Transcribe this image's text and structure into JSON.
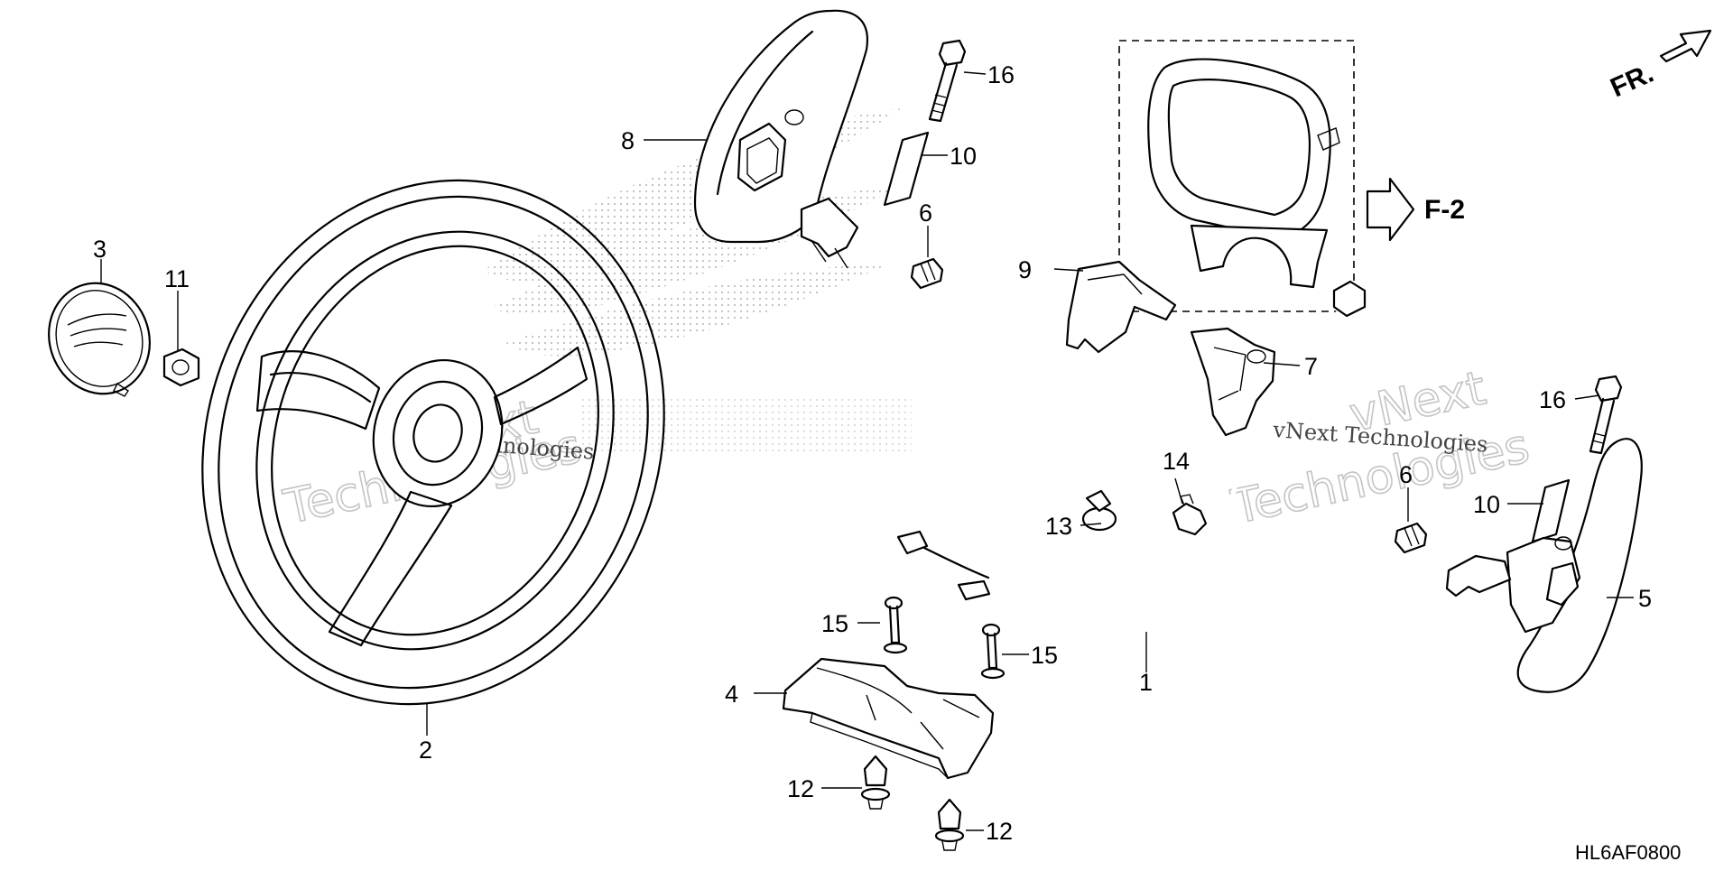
{
  "diagram": {
    "drawing_code": "HL6AF0800",
    "orientation": {
      "label": "FR."
    },
    "reference": {
      "label": "F-2"
    },
    "watermark": {
      "line1": "vNext",
      "line2": "Technologies",
      "line3": "vNext Technologies"
    },
    "callouts": [
      {
        "id": "c1",
        "label": "1"
      },
      {
        "id": "c2",
        "label": "2"
      },
      {
        "id": "c3",
        "label": "3"
      },
      {
        "id": "c4",
        "label": "4"
      },
      {
        "id": "c5",
        "label": "5"
      },
      {
        "id": "c6a",
        "label": "6"
      },
      {
        "id": "c6b",
        "label": "6"
      },
      {
        "id": "c7",
        "label": "7"
      },
      {
        "id": "c8",
        "label": "8"
      },
      {
        "id": "c9",
        "label": "9"
      },
      {
        "id": "c10a",
        "label": "10"
      },
      {
        "id": "c10b",
        "label": "10"
      },
      {
        "id": "c11",
        "label": "11"
      },
      {
        "id": "c12a",
        "label": "12"
      },
      {
        "id": "c12b",
        "label": "12"
      },
      {
        "id": "c13",
        "label": "13"
      },
      {
        "id": "c14",
        "label": "14"
      },
      {
        "id": "c15a",
        "label": "15"
      },
      {
        "id": "c15b",
        "label": "15"
      },
      {
        "id": "c16a",
        "label": "16"
      },
      {
        "id": "c16b",
        "label": "16"
      }
    ]
  }
}
